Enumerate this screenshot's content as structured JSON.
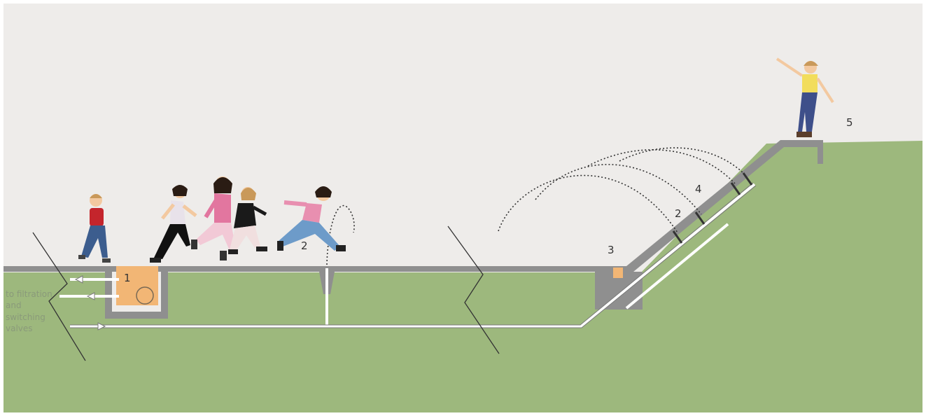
{
  "colors": {
    "sky": "#eeecea",
    "ground": "#9db87d",
    "slab": "#8f8f8f",
    "box": "#f2b675",
    "pipe": "#ffffff",
    "spray": "#333333"
  },
  "labels": {
    "n1": "1",
    "n2a": "2",
    "n2b": "2",
    "n3": "3",
    "n4": "4",
    "n5": "5"
  },
  "side_note": {
    "line1": "to filtration",
    "line2": "and",
    "line3": "switching",
    "line4": "valves"
  }
}
